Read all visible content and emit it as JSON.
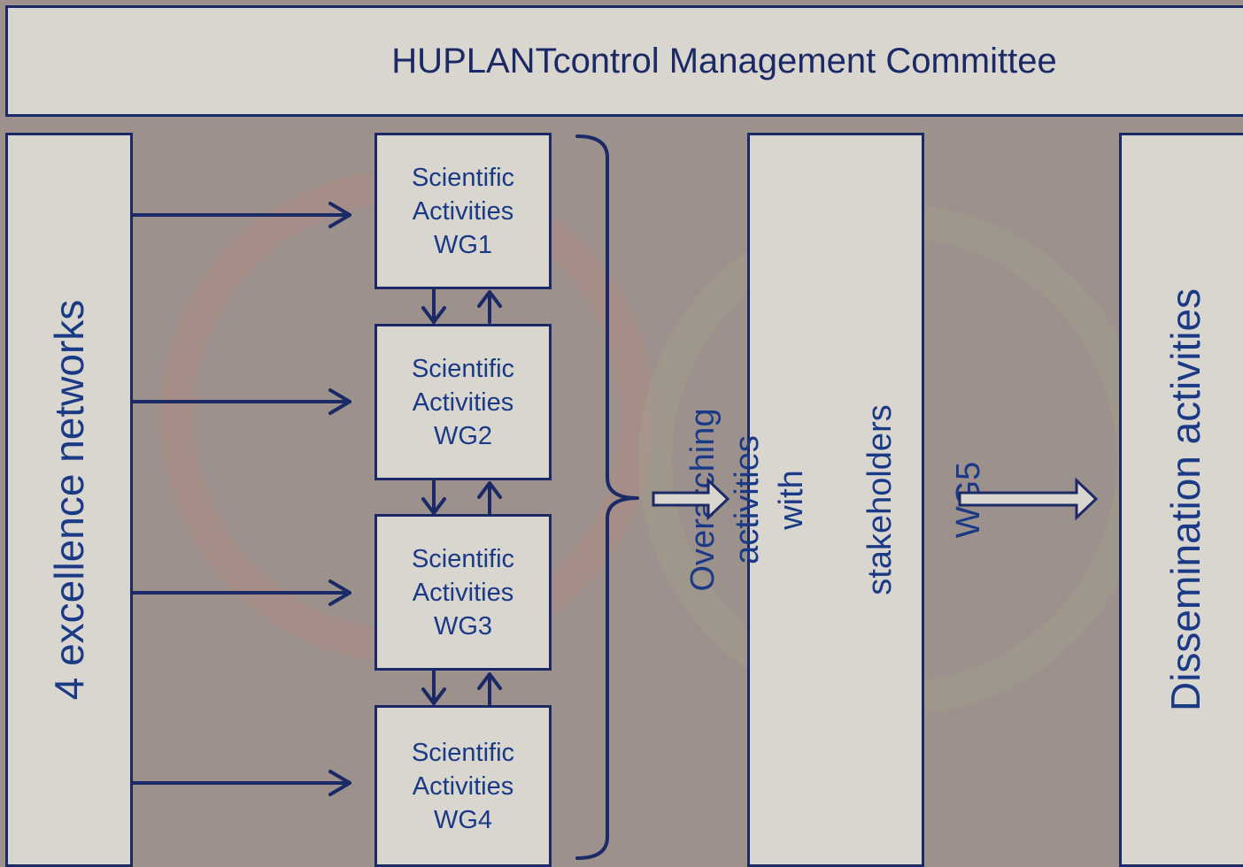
{
  "header": {
    "title": "HUPLANTcontrol Management Committee"
  },
  "networks": {
    "label": "4 excellence networks"
  },
  "working_groups": [
    {
      "line1": "Scientific",
      "line2": "Activities",
      "line3": "WG1"
    },
    {
      "line1": "Scientific",
      "line2": "Activities",
      "line3": "WG2"
    },
    {
      "line1": "Scientific",
      "line2": "Activities",
      "line3": "WG3"
    },
    {
      "line1": "Scientific",
      "line2": "Activities",
      "line3": "WG4"
    }
  ],
  "overarching": {
    "line1": "Overarching activities with",
    "line2": "stakeholders",
    "line3": "WG5"
  },
  "dissemination": {
    "label": "Dissemination activities"
  },
  "colors": {
    "navy": "#1b2a66",
    "box_fill": "#d9d6d0",
    "background": "#9c918c"
  }
}
